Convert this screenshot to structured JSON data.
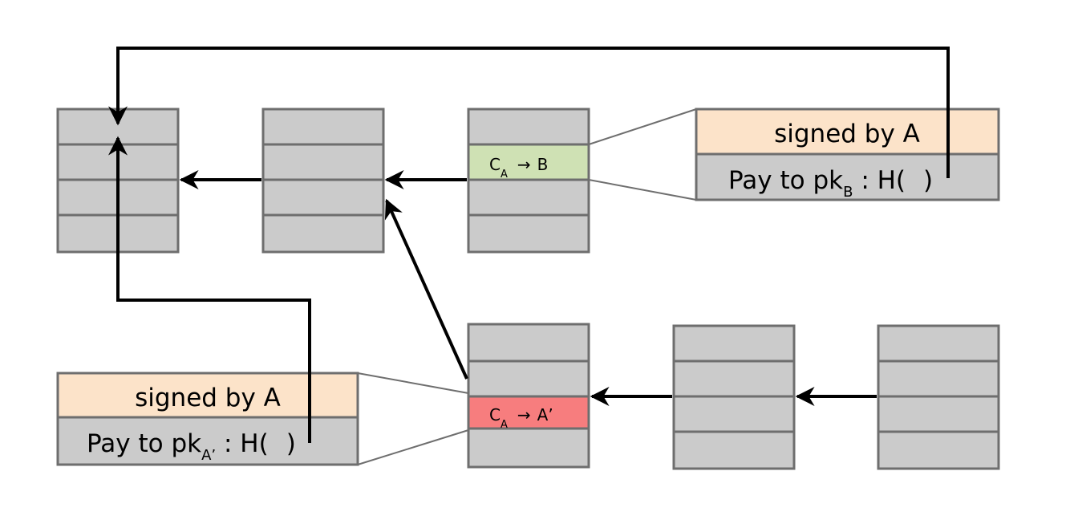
{
  "diagram": {
    "tx_b": {
      "prefix": "C",
      "sub": "A",
      "arrow": "→",
      "target": "B"
    },
    "tx_a": {
      "prefix": "C",
      "sub": "A",
      "arrow": "→",
      "target": "A’"
    },
    "panel_top": {
      "header": "signed by A",
      "pay_prefix": "Pay to pk",
      "pay_sub": "B",
      "pay_suffix": " : H(",
      "pay_close": ")"
    },
    "panel_bottom": {
      "header": "signed by A",
      "pay_prefix": "Pay to pk",
      "pay_sub": "A’",
      "pay_suffix": " : H(",
      "pay_close": ")"
    },
    "colors": {
      "block": "#cbcbcb",
      "border": "#6e6e6e",
      "highlight_green": "#cfe1b4",
      "highlight_red": "#f77d7e",
      "signature": "#fce3c9"
    }
  }
}
